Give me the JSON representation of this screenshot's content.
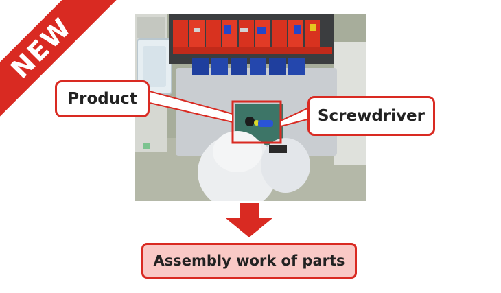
{
  "badge": {
    "label": "NEW"
  },
  "callouts": {
    "product": "Product",
    "screwdriver": "Screwdriver"
  },
  "result": {
    "label": "Assembly work of parts"
  },
  "colors": {
    "accent": "#d92a22",
    "result_fill": "#f9c9c6"
  }
}
